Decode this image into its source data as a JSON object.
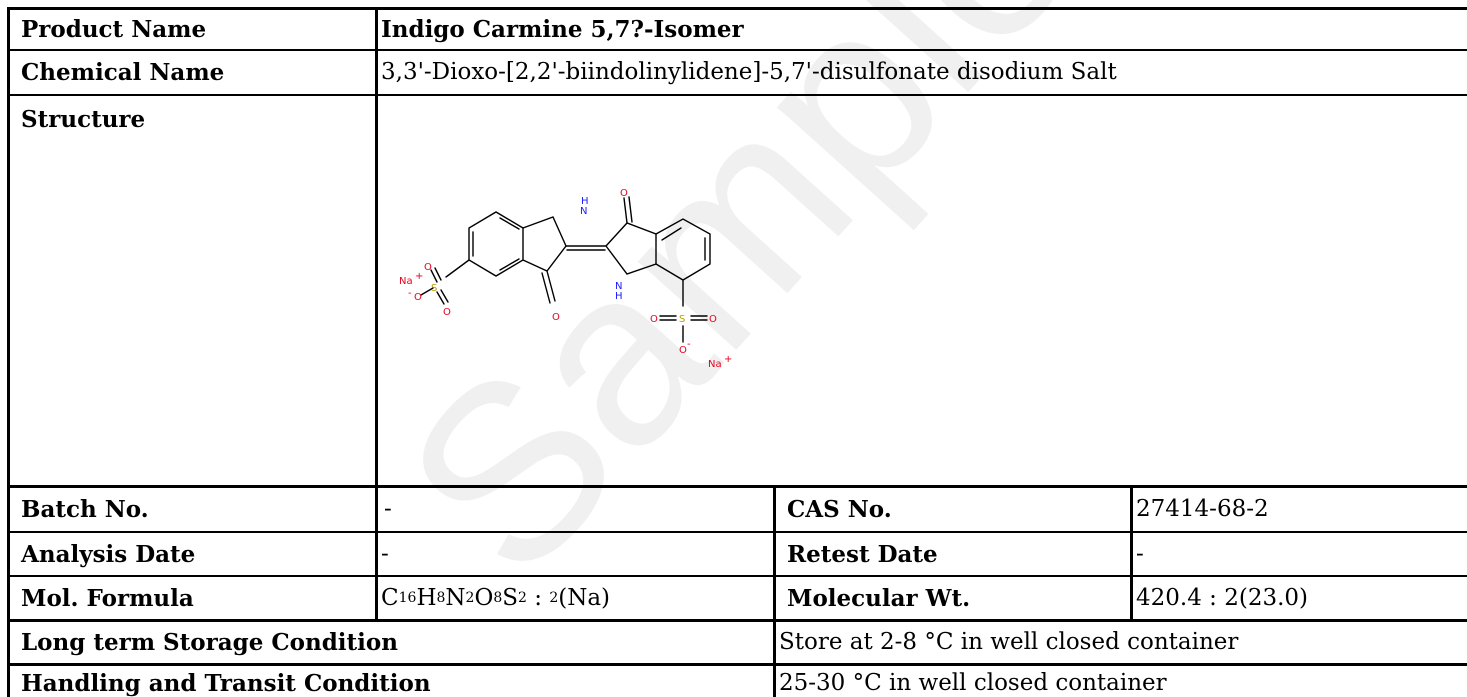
{
  "labels": {
    "product_name": "Product Name",
    "chemical_name": "Chemical Name",
    "structure": "Structure",
    "batch_no": "Batch No.",
    "cas_no": "CAS No.",
    "analysis_date": "Analysis Date",
    "retest_date": "Retest Date",
    "mol_formula": "Mol. Formula",
    "molecular_wt": "Molecular Wt.",
    "long_term_storage": "Long term Storage Condition",
    "handling_transit": "Handling and Transit Condition"
  },
  "values": {
    "product_name": "Indigo Carmine 5,7?-Isomer",
    "chemical_name": "3,3'-Dioxo-[2,2'-biindolinylidene]-5,7'-disulfonate disodium Salt",
    "batch_no": "-",
    "cas_no": "27414-68-2",
    "analysis_date": "-",
    "retest_date": "-",
    "mol_formula": {
      "c": "C",
      "c_n": "16",
      "h": "H",
      "h_n": "8",
      "n": "N",
      "n_n": "2",
      "o": "O",
      "o_n": "8",
      "s": "S",
      "s_n": "2",
      "sep": " : ",
      "na_n": "2",
      "na": "(Na)"
    },
    "molecular_wt": "420.4 : 2(23.0)",
    "long_term_storage": "Store at 2-8 °C in well closed container",
    "handling_transit": "25-30 °C in well closed container"
  },
  "structure_atoms": {
    "na": "Na",
    "plus": "+",
    "o": "O",
    "s": "S",
    "n": "N",
    "h": "H",
    "o_minus": "-"
  },
  "watermark": "Sample COA",
  "colors": {
    "border": "#000000",
    "oxygen": "#e8001c",
    "nitrogen": "#1a1aff",
    "sulfur": "#b8a000",
    "sodium": "#e8001c",
    "watermark": "#f0f0f0"
  }
}
